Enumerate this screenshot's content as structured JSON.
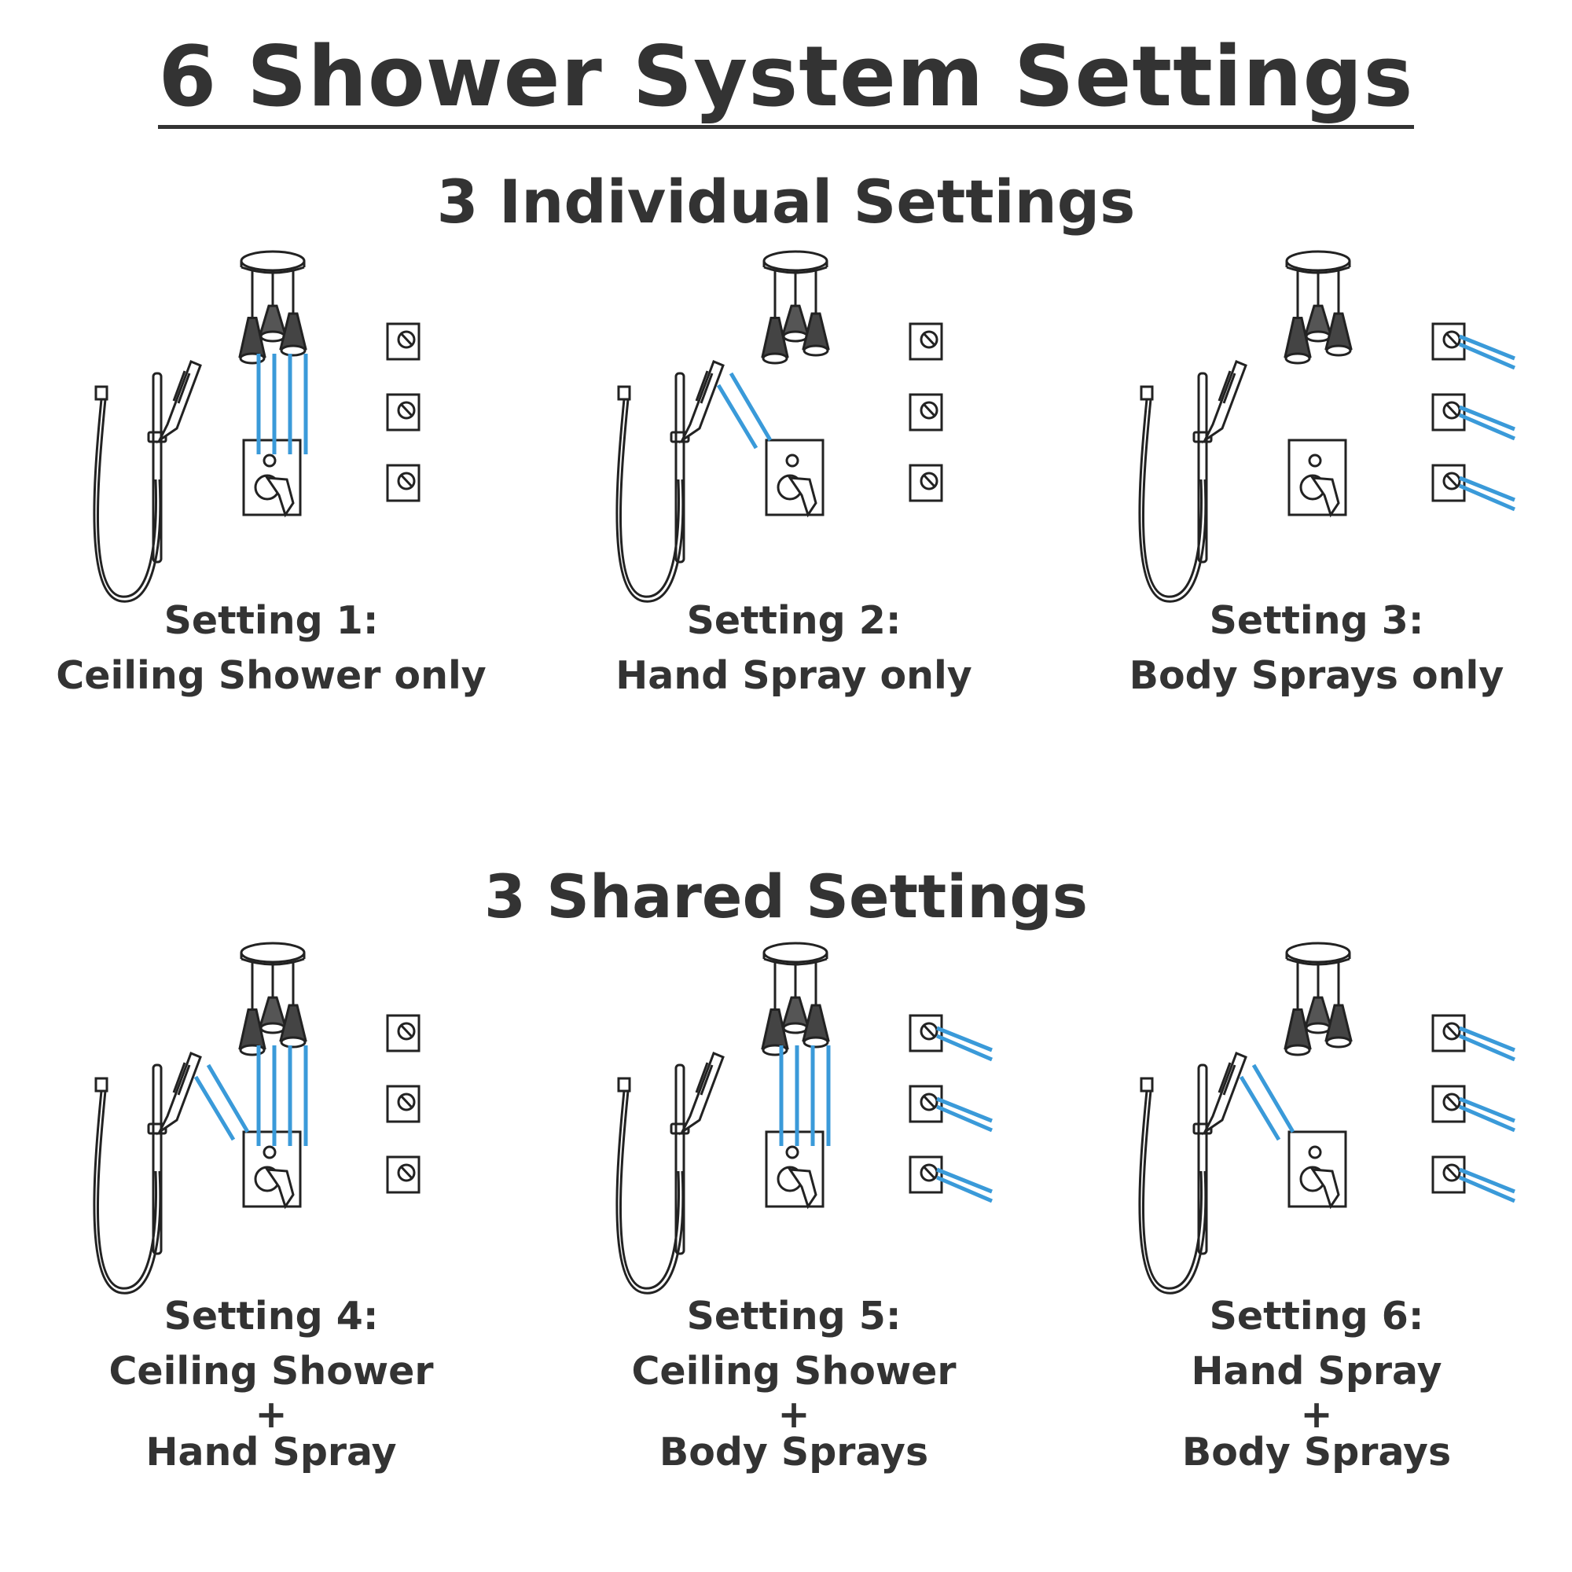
{
  "title": "6 Shower System Settings",
  "sections": {
    "individual": "3 Individual Settings",
    "shared": "3 Shared Settings"
  },
  "colors": {
    "water": "#3A9AD9",
    "ink": "#333333",
    "fixture": "#222222"
  },
  "settings": [
    {
      "label": "Setting 1:",
      "line1": "Ceiling Shower only",
      "plus": "",
      "line2": "",
      "flows": {
        "ceiling": true,
        "hand": false,
        "body": false
      }
    },
    {
      "label": "Setting 2:",
      "line1": "Hand Spray only",
      "plus": "",
      "line2": "",
      "flows": {
        "ceiling": false,
        "hand": true,
        "body": false
      }
    },
    {
      "label": "Setting 3:",
      "line1": "Body Sprays only",
      "plus": "",
      "line2": "",
      "flows": {
        "ceiling": false,
        "hand": false,
        "body": true
      }
    },
    {
      "label": "Setting 4:",
      "line1": "Ceiling Shower",
      "plus": "+",
      "line2": "Hand Spray",
      "flows": {
        "ceiling": true,
        "hand": true,
        "body": false
      }
    },
    {
      "label": "Setting 5:",
      "line1": "Ceiling Shower",
      "plus": "+",
      "line2": "Body Sprays",
      "flows": {
        "ceiling": true,
        "hand": false,
        "body": true
      }
    },
    {
      "label": "Setting 6:",
      "line1": "Hand Spray",
      "plus": "+",
      "line2": "Body Sprays",
      "flows": {
        "ceiling": false,
        "hand": true,
        "body": true
      }
    }
  ]
}
